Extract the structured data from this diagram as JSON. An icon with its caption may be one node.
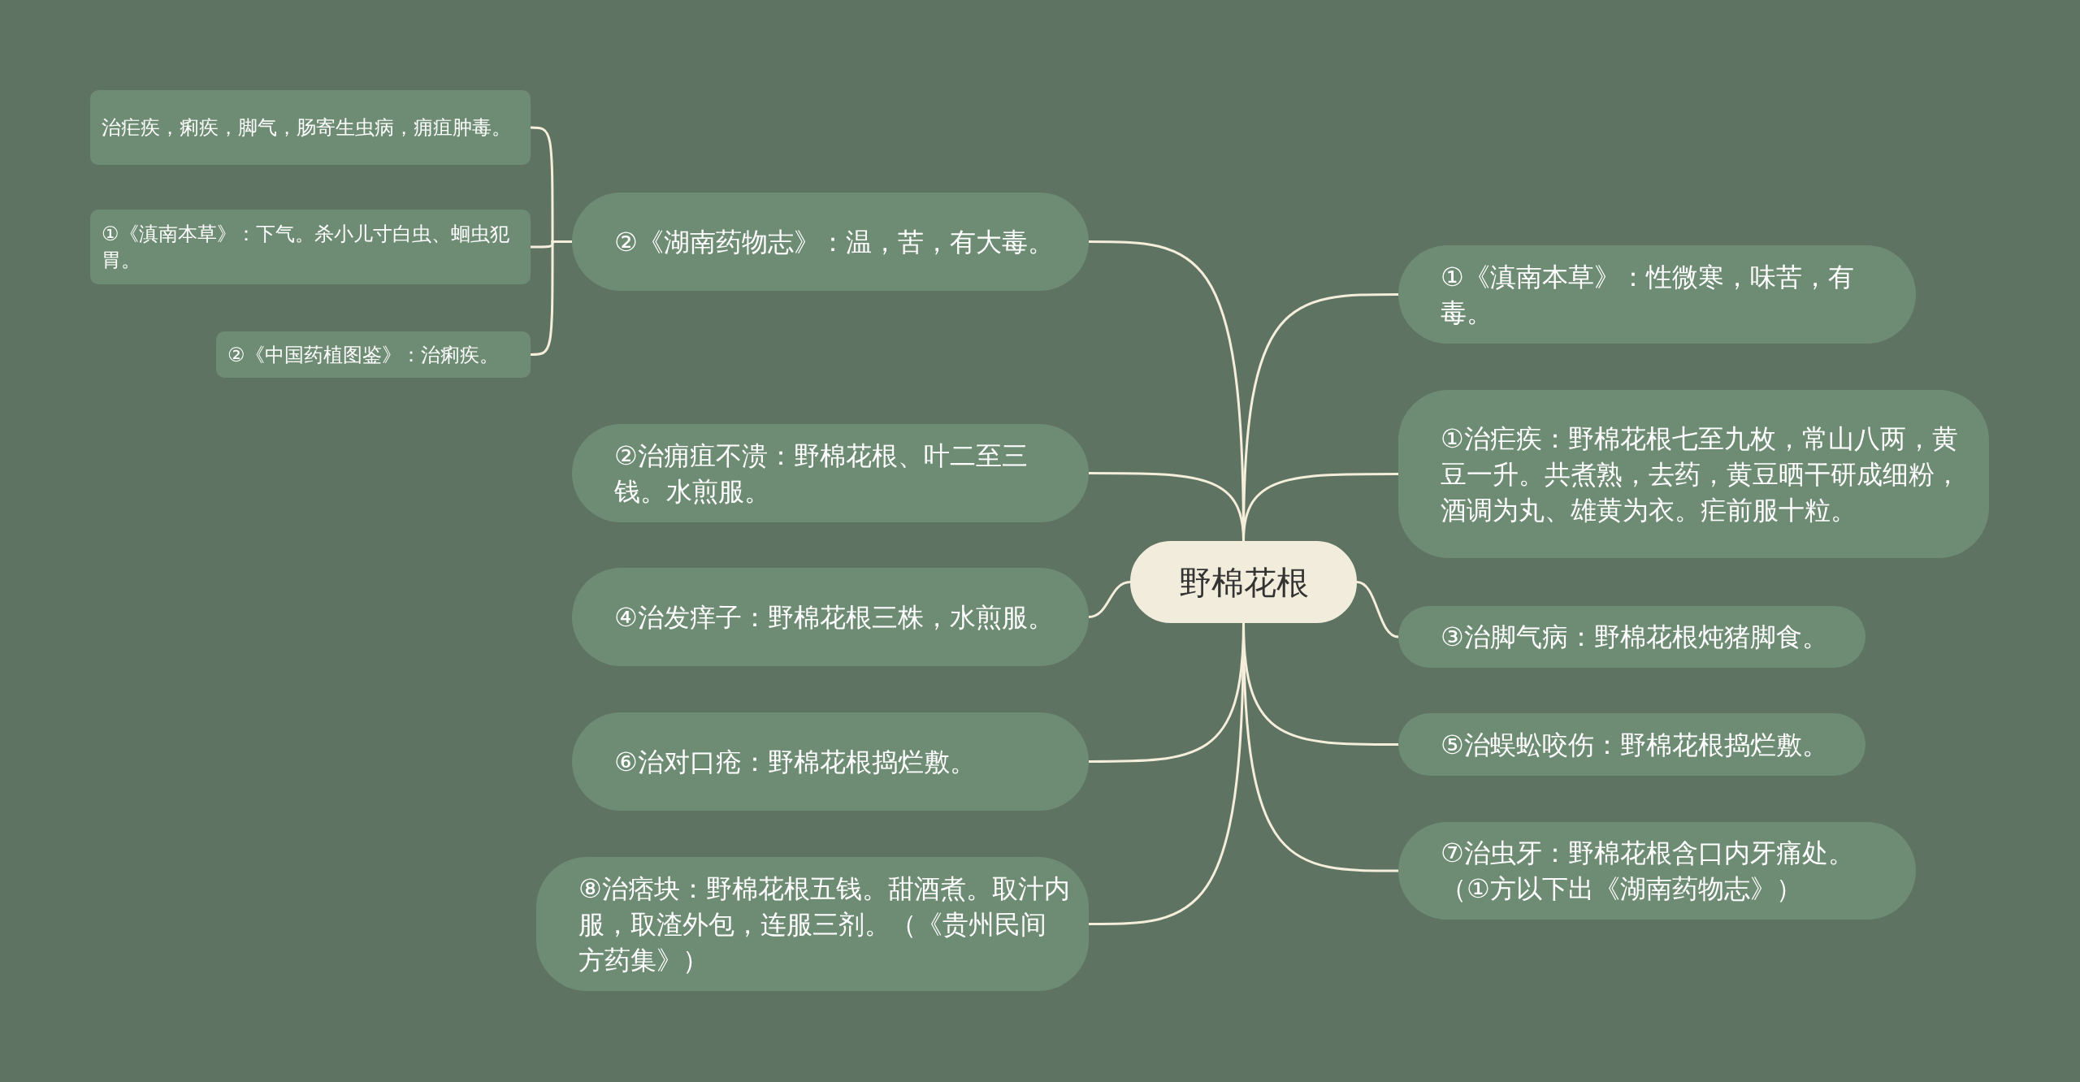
{
  "diagram": {
    "nodes": [
      {
        "text": [
          "野棉花根"
        ]
      },
      {
        "text": [
          "②《湖南药物志》：温，苦，有大毒。"
        ]
      },
      {
        "text": [
          "治疟疾，痢疾，脚气，肠寄生虫病，痈疽肿毒。"
        ]
      },
      {
        "text": [
          "①《滇南本草》：下气。杀小儿寸白虫、蛔虫犯胃。"
        ]
      },
      {
        "text": [
          "②《中国药植图鉴》：治痢疾。"
        ]
      },
      {
        "text": [
          "②治痈疽不溃：野棉花根、叶二至三钱。水煎服。"
        ]
      },
      {
        "text": [
          "④治发痒子：野棉花根三株，水煎服。"
        ]
      },
      {
        "text": [
          "⑥治对口疮：野棉花根捣烂敷。"
        ]
      },
      {
        "text": [
          "⑧治痞块：野棉花根五钱。甜酒煮。取汁内服，取渣外包，连服三剂。（《贵州民间方药集》）"
        ]
      },
      {
        "text": [
          "①《滇南本草》：性微寒，味苦，有毒。"
        ]
      },
      {
        "text": [
          "①治疟疾：野棉花根七至九枚，常山八两，黄豆一升。共煮熟，去药，黄豆晒干研成细粉，酒调为丸、雄黄为衣。疟前服十粒。"
        ]
      },
      {
        "text": [
          "③治脚气病：野棉花根炖猪脚食。"
        ]
      },
      {
        "text": [
          "⑤治蜈蚣咬伤：野棉花根捣烂敷。"
        ]
      },
      {
        "text": [
          "⑦治虫牙：野棉花根含口内牙痛处。（①方以下出《湖南药物志》）"
        ]
      }
    ],
    "edges": [
      {
        "from": 0,
        "to": 1,
        "arrow": "none"
      },
      {
        "from": 1,
        "to": 2,
        "arrow": "none"
      },
      {
        "from": 1,
        "to": 3,
        "arrow": "none"
      },
      {
        "from": 1,
        "to": 4,
        "arrow": "none"
      },
      {
        "from": 0,
        "to": 5,
        "arrow": "none"
      },
      {
        "from": 0,
        "to": 6,
        "arrow": "none"
      },
      {
        "from": 0,
        "to": 7,
        "arrow": "none"
      },
      {
        "from": 0,
        "to": 8,
        "arrow": "none"
      },
      {
        "from": 0,
        "to": 9,
        "arrow": "none"
      },
      {
        "from": 0,
        "to": 10,
        "arrow": "none"
      },
      {
        "from": 0,
        "to": 11,
        "arrow": "none"
      },
      {
        "from": 0,
        "to": 12,
        "arrow": "none"
      },
      {
        "from": 0,
        "to": 13,
        "arrow": "none"
      }
    ]
  }
}
